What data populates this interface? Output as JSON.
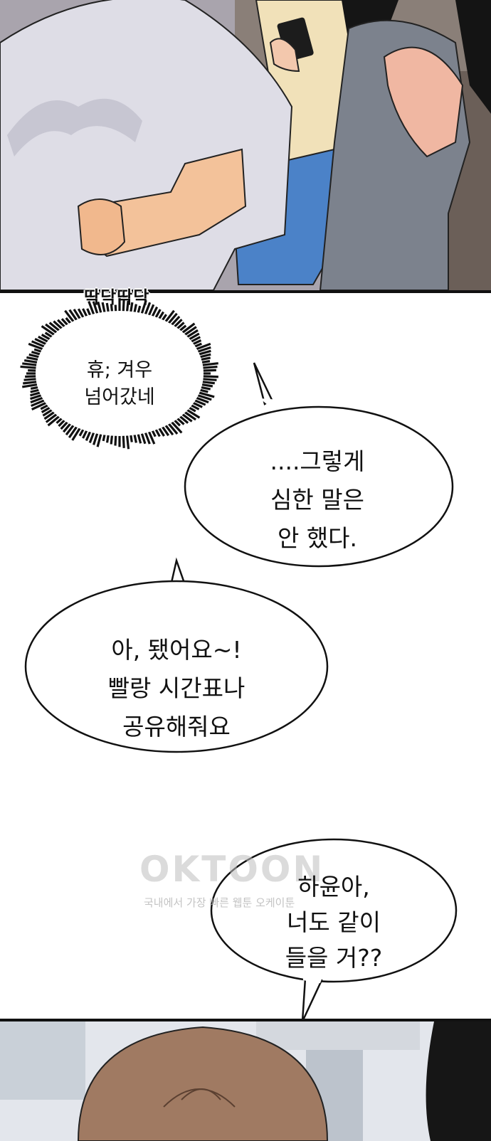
{
  "sound_effect": "딱닥딱닥",
  "thought_bubble": {
    "lines": [
      "휴; 겨우",
      "넘어갔네"
    ]
  },
  "speech_bubbles": [
    {
      "lines": [
        "....그렇게",
        "심한 말은",
        "안 했다."
      ]
    },
    {
      "lines": [
        "아, 됐어요~!",
        "빨랑 시간표나",
        "공유해줘요"
      ]
    },
    {
      "lines": [
        "하윤아,",
        "너도 같이",
        "들을 거??"
      ]
    }
  ],
  "watermark": {
    "logo": "OKTOON",
    "tagline": "국내에서 가장 빠른 웹툰 오케이툰"
  },
  "colors": {
    "ink": "#111111",
    "paper": "#ffffff"
  }
}
